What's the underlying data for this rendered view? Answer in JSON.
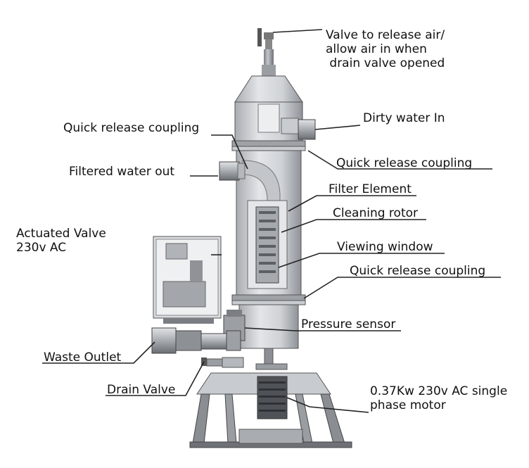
{
  "labels": {
    "air_valve": "Valve to release air/\nallow air in when\n drain valve opened",
    "dirty_in": "Dirty water In",
    "qrc_top_left": "Quick release coupling",
    "qrc_top_right": "Quick release coupling",
    "filtered_out": "Filtered water out",
    "filter_element": "Filter Element",
    "cleaning_rotor": "Cleaning rotor",
    "actuated_valve": "Actuated Valve\n230v AC",
    "viewing_window": "Viewing window",
    "qrc_lower": "Quick release coupling",
    "pressure_sensor": "Pressure sensor",
    "waste_outlet": "Waste Outlet",
    "drain_valve": "Drain Valve",
    "motor": "0.37Kw 230v AC single\nphase motor"
  },
  "colors": {
    "body_light": "#d7d9dc",
    "body_mid": "#b9bcc0",
    "body_dark": "#6f7378",
    "line": "#222222",
    "stand": "#8a8e93"
  }
}
